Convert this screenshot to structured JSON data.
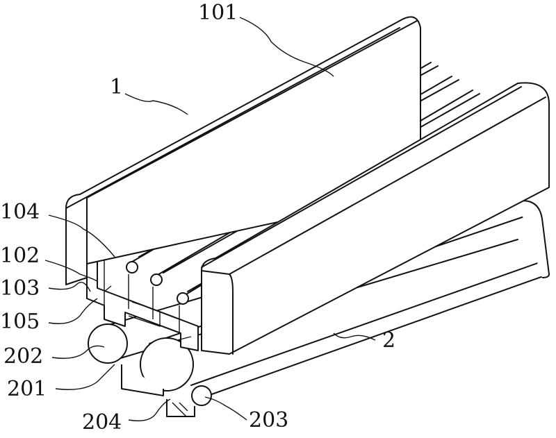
{
  "figure": {
    "labels": {
      "l101": "101",
      "l1": "1",
      "l104": "104",
      "l102": "102",
      "l103": "103",
      "l105": "105",
      "l202": "202",
      "l201": "201",
      "l204": "204",
      "l203": "203",
      "l2": "2"
    }
  }
}
